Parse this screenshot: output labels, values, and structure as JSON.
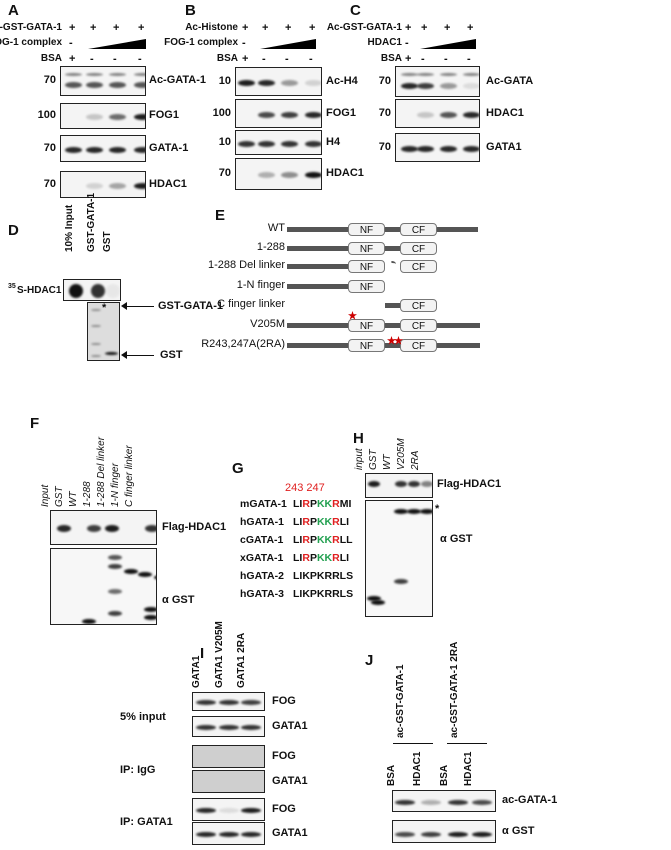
{
  "panels": {
    "A": {
      "label": "A",
      "conditions": [
        {
          "name": "Ac-GST-GATA-1",
          "values": [
            "+",
            "+",
            "+",
            "+"
          ]
        },
        {
          "name": "FOG-1 complex",
          "values": [
            "-",
            "ramp"
          ]
        },
        {
          "name": "BSA",
          "values": [
            "+",
            "-",
            "-",
            "-"
          ]
        }
      ],
      "blots": [
        {
          "mw": "70",
          "label": "Ac-GATA-1",
          "bands": [
            0.7,
            0.7,
            0.7,
            0.7
          ]
        },
        {
          "mw": "100",
          "label": "FOG1",
          "bands": [
            0,
            0.2,
            0.6,
            0.95
          ]
        },
        {
          "mw": "70",
          "label": "GATA-1",
          "bands": [
            0.9,
            0.9,
            0.9,
            0.9
          ]
        },
        {
          "mw": "70",
          "label": "HDAC1",
          "bands": [
            0,
            0.15,
            0.35,
            0.95
          ]
        }
      ]
    },
    "B": {
      "label": "B",
      "conditions": [
        {
          "name": "Ac-Histone",
          "values": [
            "+",
            "+",
            "+",
            "+"
          ]
        },
        {
          "name": "FOG-1 complex",
          "values": [
            "-",
            "ramp"
          ]
        },
        {
          "name": "BSA",
          "values": [
            "+",
            "-",
            "-",
            "-"
          ]
        }
      ],
      "blots": [
        {
          "mw": "10",
          "label": "Ac-H4",
          "bands": [
            0.95,
            0.9,
            0.4,
            0.15
          ]
        },
        {
          "mw": "100",
          "label": "FOG1",
          "bands": [
            0,
            0.75,
            0.8,
            0.9
          ]
        },
        {
          "mw": "10",
          "label": "H4",
          "bands": [
            0.85,
            0.85,
            0.85,
            0.85
          ]
        },
        {
          "mw": "70",
          "label": "HDAC1",
          "bands": [
            0,
            0.3,
            0.45,
            1.0
          ]
        }
      ]
    },
    "C": {
      "label": "C",
      "conditions": [
        {
          "name": "Ac-GST-GATA-1",
          "values": [
            "+",
            "+",
            "+",
            "+"
          ]
        },
        {
          "name": "HDAC1",
          "values": [
            "-",
            "ramp"
          ]
        },
        {
          "name": "BSA",
          "values": [
            "+",
            "-",
            "-",
            "-"
          ]
        }
      ],
      "blots": [
        {
          "mw": "70",
          "label": "Ac-GATA",
          "bands": [
            0.9,
            0.8,
            0.4,
            0.1
          ]
        },
        {
          "mw": "70",
          "label": "HDAC1",
          "bands": [
            0,
            0.2,
            0.7,
            0.9
          ]
        },
        {
          "mw": "70",
          "label": "GATA1",
          "bands": [
            0.9,
            0.9,
            0.9,
            0.9
          ]
        }
      ]
    },
    "D": {
      "label": "D",
      "lanes": [
        "10% Input",
        "GST-GATA-1",
        "GST"
      ],
      "blot_label_sup": "35",
      "blot_label": "S-HDAC1",
      "bands": [
        1.0,
        0.85,
        0.05
      ],
      "arrows": [
        "GST-GATA-1",
        "GST"
      ],
      "asterisk": "*"
    },
    "E": {
      "label": "E",
      "constructs": [
        "WT",
        "1-288",
        "1-288 Del linker",
        "1-N finger",
        "C finger linker",
        "V205M",
        "R243,247A(2RA)"
      ],
      "nf": "NF",
      "cf": "CF"
    },
    "F": {
      "label": "F",
      "lanes": [
        "Input",
        "GST",
        "WT",
        "1-288",
        "1-288 Del linker",
        "1-N finger",
        "C finger linker"
      ],
      "blots": [
        {
          "label": "Flag-HDAC1",
          "bands": [
            0.9,
            0,
            0.8,
            0.95,
            0,
            0,
            0.85
          ]
        },
        {
          "label": "α GST"
        }
      ],
      "asterisk": "*"
    },
    "G": {
      "label": "G",
      "positions": "243  247",
      "sequences": [
        {
          "name": "mGATA-1",
          "segments": [
            {
              "t": "LI",
              "c": "#111"
            },
            {
              "t": "R",
              "c": "#e02020"
            },
            {
              "t": "P",
              "c": "#111"
            },
            {
              "t": "KK",
              "c": "#22a050"
            },
            {
              "t": "R",
              "c": "#e02020"
            },
            {
              "t": "MI",
              "c": "#111"
            }
          ]
        },
        {
          "name": "hGATA-1",
          "segments": [
            {
              "t": "LI",
              "c": "#111"
            },
            {
              "t": "R",
              "c": "#e02020"
            },
            {
              "t": "P",
              "c": "#111"
            },
            {
              "t": "KK",
              "c": "#22a050"
            },
            {
              "t": "R",
              "c": "#e02020"
            },
            {
              "t": "LI",
              "c": "#111"
            }
          ]
        },
        {
          "name": "cGATA-1",
          "segments": [
            {
              "t": "LI",
              "c": "#111"
            },
            {
              "t": "R",
              "c": "#e02020"
            },
            {
              "t": "P",
              "c": "#111"
            },
            {
              "t": "KK",
              "c": "#22a050"
            },
            {
              "t": "R",
              "c": "#e02020"
            },
            {
              "t": "LL",
              "c": "#111"
            }
          ]
        },
        {
          "name": "xGATA-1",
          "segments": [
            {
              "t": "LI",
              "c": "#111"
            },
            {
              "t": "R",
              "c": "#e02020"
            },
            {
              "t": "P",
              "c": "#111"
            },
            {
              "t": "KK",
              "c": "#22a050"
            },
            {
              "t": "R",
              "c": "#e02020"
            },
            {
              "t": "LI",
              "c": "#111"
            }
          ]
        },
        {
          "name": "hGATA-2",
          "segments": [
            {
              "t": "LIKPKRRLS",
              "c": "#111"
            }
          ]
        },
        {
          "name": "hGATA-3",
          "segments": [
            {
              "t": "LIKPKRRLS",
              "c": "#111"
            }
          ]
        }
      ]
    },
    "H": {
      "label": "H",
      "lanes": [
        "input",
        "GST",
        "WT",
        "V205M",
        "2RA"
      ],
      "blots": [
        {
          "label": "Flag-HDAC1",
          "bands": [
            0.95,
            0,
            0.85,
            0.85,
            0.5
          ]
        },
        {
          "label": "α GST"
        }
      ],
      "asterisk": "*"
    },
    "I": {
      "label": "I",
      "lanes": [
        "GATA1",
        "GATA1 V205M",
        "GATA1  2RA"
      ],
      "groups": [
        {
          "name": "5% input",
          "blots": [
            {
              "label": "FOG",
              "bands": [
                0.85,
                0.85,
                0.8
              ]
            },
            {
              "label": "GATA1",
              "bands": [
                0.85,
                0.85,
                0.85
              ]
            }
          ]
        },
        {
          "name": "IP: IgG",
          "blots": [
            {
              "label": "FOG",
              "bands": [
                0,
                0,
                0
              ]
            },
            {
              "label": "GATA1",
              "bands": [
                0,
                0,
                0
              ]
            }
          ]
        },
        {
          "name": "IP: GATA1",
          "blots": [
            {
              "label": "FOG",
              "bands": [
                0.9,
                0.1,
                0.95
              ]
            },
            {
              "label": "GATA1",
              "bands": [
                0.9,
                0.9,
                0.9
              ]
            }
          ]
        }
      ]
    },
    "J": {
      "label": "J",
      "groups": [
        "ac-GST-GATA-1",
        "ac-GST-GATA-1  2RA"
      ],
      "lanes": [
        "BSA",
        "HDAC1",
        "BSA",
        "HDAC1"
      ],
      "blots": [
        {
          "label": "ac-GATA-1",
          "bands": [
            0.85,
            0.3,
            0.85,
            0.75
          ]
        },
        {
          "label": "α GST",
          "bands": [
            0.75,
            0.8,
            0.95,
            0.95
          ]
        }
      ]
    }
  }
}
